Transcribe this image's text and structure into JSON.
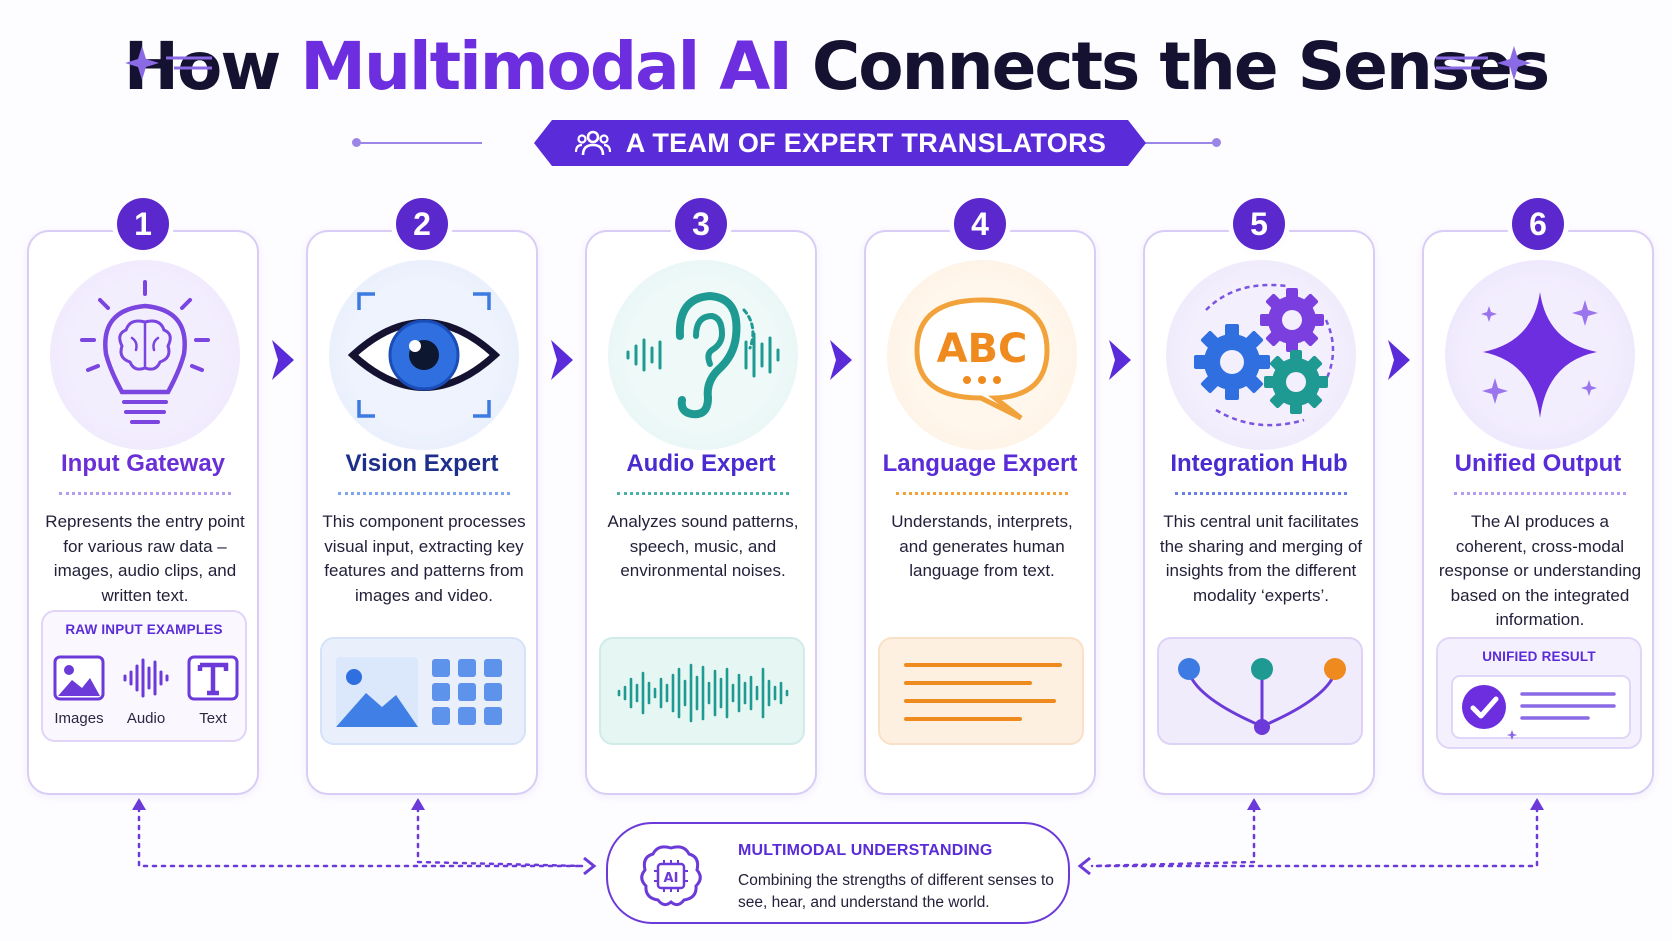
{
  "title": {
    "part1": "How ",
    "highlight": "Multimodal AI",
    "part2": " Connects the Senses"
  },
  "subtitle": "A TEAM OF EXPERT TRANSLATORS",
  "colors": {
    "primary": "#5a28cc",
    "accent_purple": "#6d2ee0",
    "blue": "#2f6fe0",
    "teal": "#1f9a92",
    "orange": "#ef8a1f"
  },
  "steps": [
    {
      "number": "1",
      "title": "Input Gateway",
      "icon": "lightbulb-brain-icon",
      "description": "Represents the entry point for various raw data – images, audio clips, and written text.",
      "panel_title": "RAW INPUT EXAMPLES",
      "examples": [
        {
          "icon": "image-icon",
          "label": "Images"
        },
        {
          "icon": "audio-wave-icon",
          "label": "Audio"
        },
        {
          "icon": "text-icon",
          "label": "Text"
        }
      ]
    },
    {
      "number": "2",
      "title": "Vision Expert",
      "icon": "eye-icon",
      "description": "This component processes visual input, extracting key features and patterns from images and video."
    },
    {
      "number": "3",
      "title": "Audio Expert",
      "icon": "ear-icon",
      "description": "Analyzes sound patterns, speech, music, and environmental noises."
    },
    {
      "number": "4",
      "title": "Language Expert",
      "icon": "speech-bubble-icon",
      "icon_text": "ABC",
      "description": "Understands, interprets, and generates human language from text."
    },
    {
      "number": "5",
      "title": "Integration Hub",
      "icon": "gears-icon",
      "description": "This central unit facilitates the sharing and merging of insights from the different modality ‘experts’."
    },
    {
      "number": "6",
      "title": "Unified Output",
      "icon": "sparkle-icon",
      "description": "The AI produces a coherent, cross-modal response or understanding based on the integrated information.",
      "panel_title": "UNIFIED RESULT"
    }
  ],
  "bottom": {
    "icon_text": "AI",
    "title": "MULTIMODAL UNDERSTANDING",
    "description": "Combining the strengths of different senses to see, hear, and understand the world."
  }
}
